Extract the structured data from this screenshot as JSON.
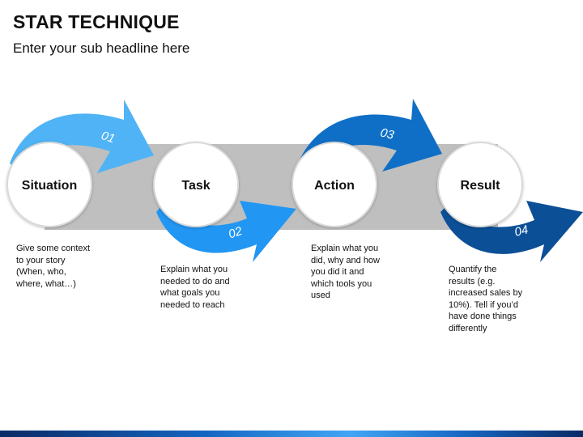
{
  "header": {
    "title": "STAR TECHNIQUE",
    "subtitle": "Enter your sub headline here"
  },
  "steps": [
    {
      "number": "01",
      "label": "Situation",
      "description": "Give some context\nto your story\n(When, who,\nwhere, what…)",
      "color": "#4fb3f6"
    },
    {
      "number": "02",
      "label": "Task",
      "description": "Explain what you\nneeded to do and\nwhat goals you\nneeded to reach",
      "color": "#2196f3"
    },
    {
      "number": "03",
      "label": "Action",
      "description": "Explain what you\ndid, why and how\nyou did it and\nwhich tools you\nused",
      "color": "#0f6fc6"
    },
    {
      "number": "04",
      "label": "Result",
      "description": "Quantify the\nresults (e.g.\nincreased sales by\n10%). Tell if you’d\nhave done things\ndifferently",
      "color": "#0b4f96"
    }
  ],
  "colors": {
    "band": "#bfbfbf",
    "circle_border": "#d9d9d9",
    "text": "#111111"
  }
}
